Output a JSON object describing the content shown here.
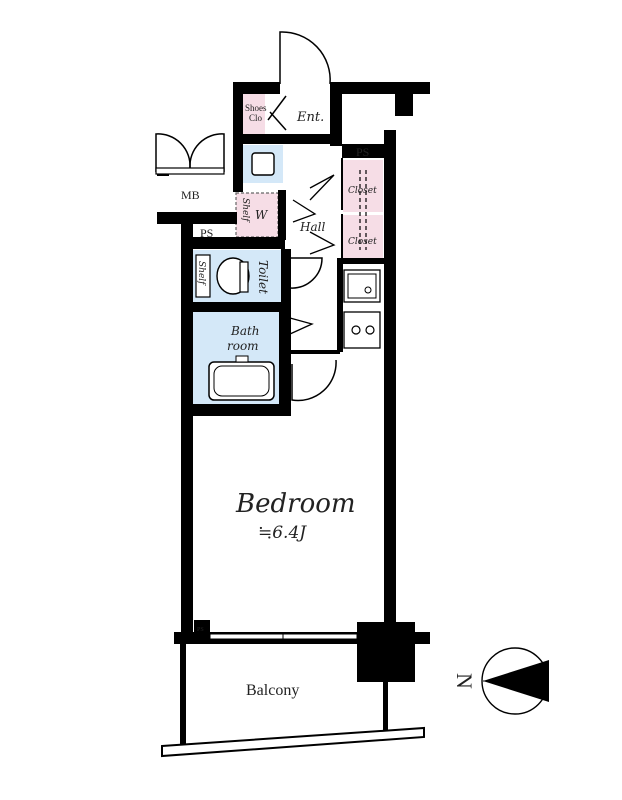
{
  "plan": {
    "accent_colors": {
      "wet_area": "#d4e8f8",
      "storage": "#f6dde6",
      "wall": "#000000"
    },
    "labels": {
      "entrance": "Ent.",
      "shoes_closet": [
        "Shoes",
        "Clo"
      ],
      "ps_top": "PS",
      "mb": "MB",
      "closet_upper": "Closet",
      "closet_lower": "Closet",
      "shelf_w": "Shelf",
      "w": "W",
      "hall": "Hall",
      "ps_left": "PS",
      "shelf_toilet": "Shelf",
      "toilet": "Toilet",
      "bathroom": [
        "Bath",
        "room"
      ],
      "bedroom": "Bedroom",
      "bedroom_size": "≒6.4J",
      "balcony": "Balcony",
      "ps_small": "PS",
      "north": "N"
    },
    "icons": [
      "compass-icon",
      "door-swing-icon",
      "sink-icon",
      "toilet-icon",
      "bathtub-icon",
      "stove-icon"
    ]
  }
}
